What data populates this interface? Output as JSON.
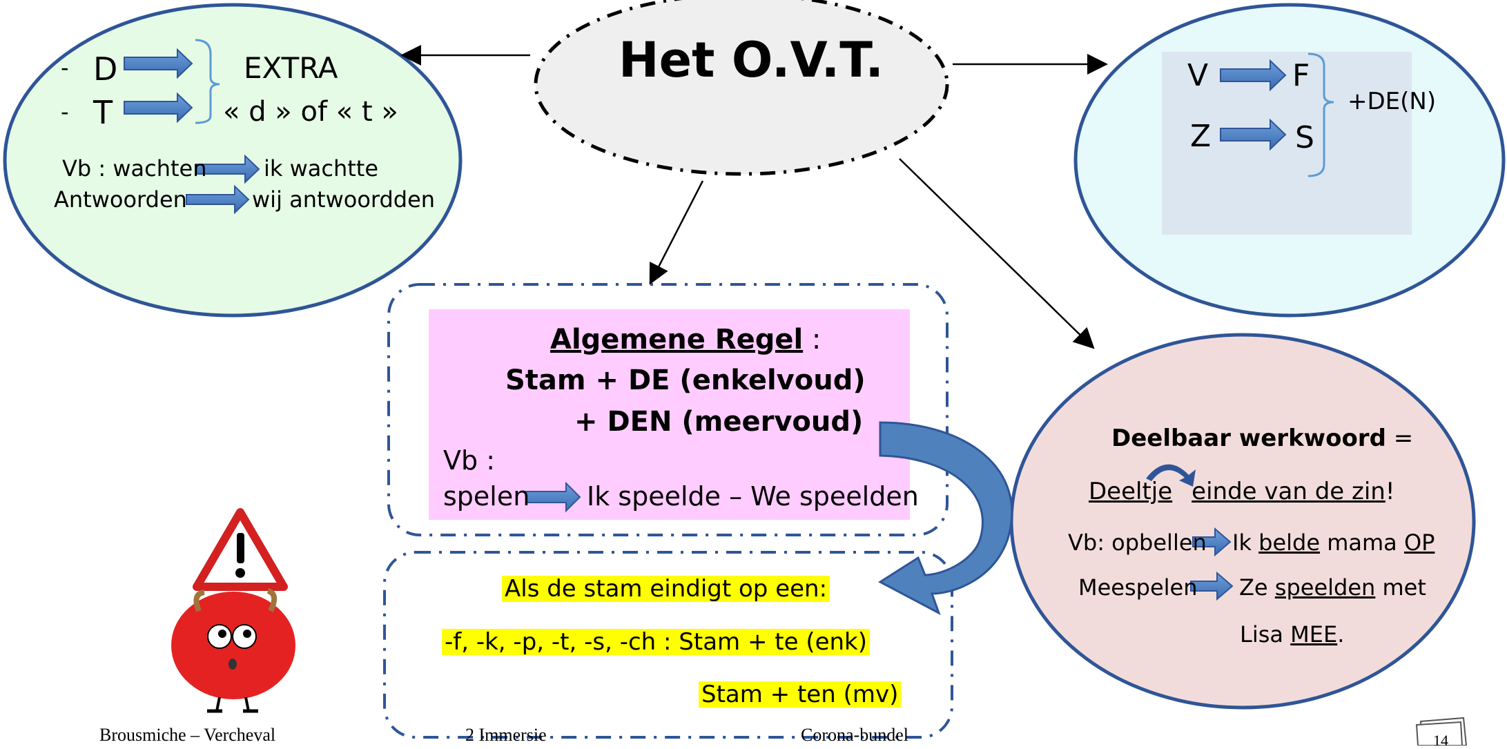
{
  "title": "Het O.V.T.",
  "green_bubble": {
    "dash1": "-",
    "d": "D",
    "dash2": "-",
    "t": "T",
    "extra": "EXTRA",
    "extra_rule": "« d » of « t »",
    "ex1_left": "Vb : wachten",
    "ex1_right": "ik wachtte",
    "ex2_left": "Antwoorden",
    "ex2_right": "wij antwoordden"
  },
  "blue_bubble": {
    "v": "V",
    "f": "F",
    "z": "Z",
    "s": "S",
    "suffix": "+DE(N)"
  },
  "pink_box": {
    "heading": "Algemene Regel",
    "heading_colon": " :",
    "line1": "Stam + DE (enkelvoud)",
    "line2": "+ DEN (meervoud)",
    "vb": "Vb :",
    "ex_left": "spelen",
    "ex_right": "Ik speelde – We speelden"
  },
  "yellow_box": {
    "line1": "Als de stam eindigt op een:",
    "line2": "-f, -k, -p, -t, -s, -ch : Stam + te (enk)",
    "line3": "Stam + ten (mv)"
  },
  "red_bubble": {
    "title_bold": "Deelbaar werkwoord",
    "title_eq": " =",
    "deeltje": "Deeltje",
    "rule_rest": "einde van de zin",
    "rule_end": "!",
    "ex1_left": "Vb: opbellen",
    "ex1_ik": "Ik ",
    "ex1_belde": "belde",
    "ex1_mama": " mama ",
    "ex1_op": "OP",
    "ex2_left": "Meespelen",
    "ex2_ze": "Ze ",
    "ex2_speelden": "speelden",
    "ex2_met": " met",
    "ex3_lisa": "Lisa ",
    "ex3_mee": "MEE",
    "ex3_dot": "."
  },
  "footer": {
    "authors": "Brousmiche – Vercheval",
    "class": "2 Immersie",
    "bundle": "Corona-bundel",
    "page": "14"
  },
  "colors": {
    "green_fill": "#e6fbe6",
    "ellipse_stroke": "#2f5597",
    "blue_fill": "#e6f9fb",
    "inner_box": "#dce6f0",
    "pink_fill": "#ffccff",
    "red_fill": "#f2dcdb",
    "yellow": "#ffff00",
    "arrow_blue": "#4f81bd"
  }
}
